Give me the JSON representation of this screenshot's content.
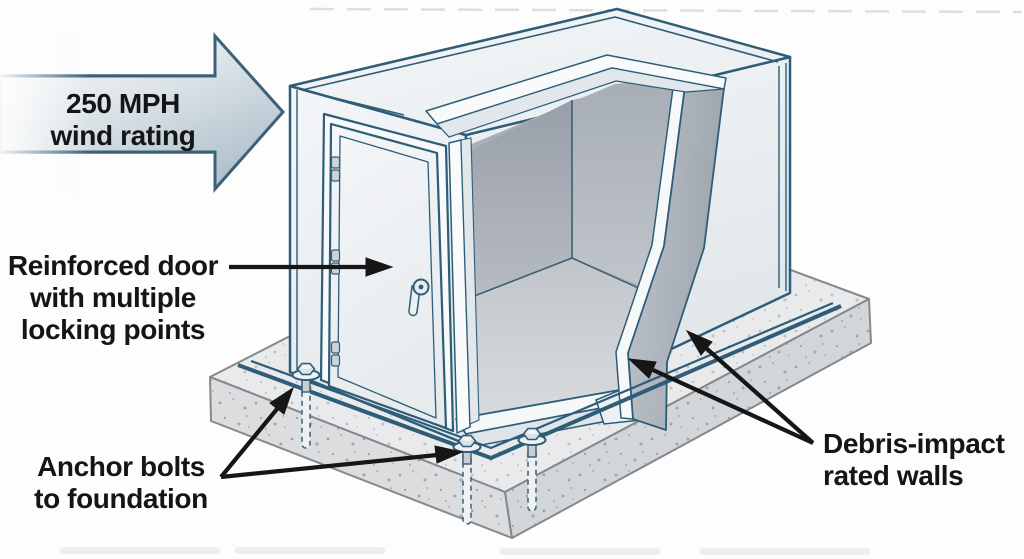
{
  "callouts": {
    "wind": {
      "lines": [
        "250 MPH",
        "wind rating"
      ]
    },
    "door": {
      "lines": [
        "Reinforced door",
        "with multiple",
        "locking points"
      ]
    },
    "anchor": {
      "lines": [
        "Anchor bolts",
        "to foundation"
      ]
    },
    "debris": {
      "lines": [
        "Debris-impact",
        "rated walls"
      ]
    }
  },
  "colors": {
    "outline_teal": "#2e5d78",
    "callout_black": "#161616",
    "label_text": "#151515",
    "wall_light": "#f2f5f7",
    "interior_gray": "#a9afb7",
    "concrete_gray": "#dcdee0",
    "arrow_gradient_start": "#fbfcfd",
    "arrow_gradient_end": "#aebfca",
    "background": "#fdfdfe"
  }
}
